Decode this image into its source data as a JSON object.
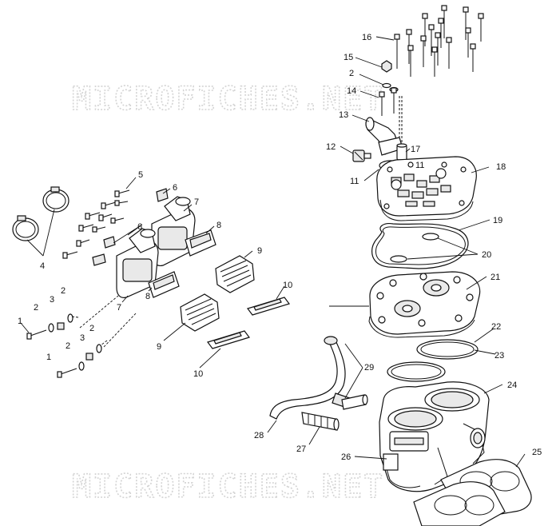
{
  "watermark": {
    "text": "MICROFICHES.NET",
    "color": "#d4d4d4"
  },
  "callouts": [
    {
      "id": "c16",
      "label": "16"
    },
    {
      "id": "c15",
      "label": "15"
    },
    {
      "id": "c2a",
      "label": "2"
    },
    {
      "id": "c14",
      "label": "14"
    },
    {
      "id": "c13",
      "label": "13"
    },
    {
      "id": "c12",
      "label": "12"
    },
    {
      "id": "c17",
      "label": "17"
    },
    {
      "id": "c11a",
      "label": "11"
    },
    {
      "id": "c11b",
      "label": "11"
    },
    {
      "id": "c18",
      "label": "18"
    },
    {
      "id": "c19",
      "label": "19"
    },
    {
      "id": "c20",
      "label": "20"
    },
    {
      "id": "c21",
      "label": "21"
    },
    {
      "id": "c22",
      "label": "22"
    },
    {
      "id": "c23",
      "label": "23"
    },
    {
      "id": "c24",
      "label": "24"
    },
    {
      "id": "c25",
      "label": "25"
    },
    {
      "id": "c26",
      "label": "26"
    },
    {
      "id": "c27",
      "label": "27"
    },
    {
      "id": "c28",
      "label": "28"
    },
    {
      "id": "c29",
      "label": "29"
    },
    {
      "id": "c5",
      "label": "5"
    },
    {
      "id": "c6a",
      "label": "6"
    },
    {
      "id": "c6b",
      "label": "6"
    },
    {
      "id": "c7a",
      "label": "7"
    },
    {
      "id": "c7b",
      "label": "7"
    },
    {
      "id": "c8a",
      "label": "8"
    },
    {
      "id": "c8b",
      "label": "8"
    },
    {
      "id": "c9a",
      "label": "9"
    },
    {
      "id": "c9b",
      "label": "9"
    },
    {
      "id": "c10a",
      "label": "10"
    },
    {
      "id": "c10b",
      "label": "10"
    },
    {
      "id": "c4",
      "label": "4"
    },
    {
      "id": "c1a",
      "label": "1"
    },
    {
      "id": "c2b",
      "label": "2"
    },
    {
      "id": "c3a",
      "label": "3"
    },
    {
      "id": "c2c",
      "label": "2"
    },
    {
      "id": "c1b",
      "label": "1"
    },
    {
      "id": "c2d",
      "label": "2"
    },
    {
      "id": "c3b",
      "label": "3"
    },
    {
      "id": "c2e",
      "label": "2"
    }
  ]
}
